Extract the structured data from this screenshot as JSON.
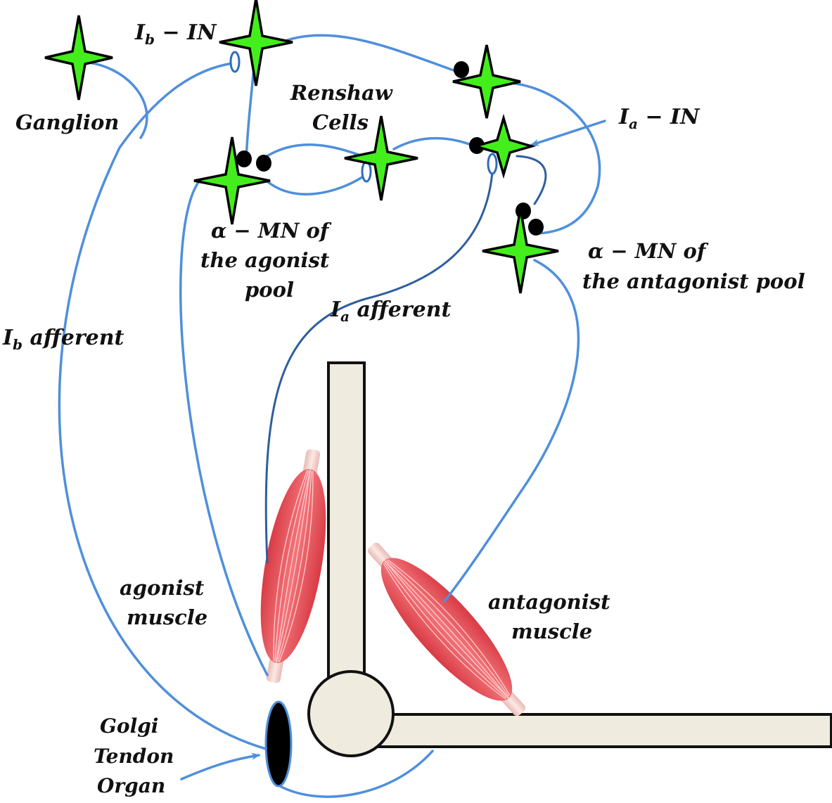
{
  "labels": {
    "ganglion": "Ganglion",
    "ib_in": "I",
    "ib_in_sub": "b",
    "ib_in_rest": " − IN",
    "renshaw_line1": "Renshaw",
    "renshaw_line2": "Cells",
    "ia_in": "I",
    "ia_in_sub": "a",
    "ia_in_rest": " − IN",
    "amn_agonist_line1": "α − MN of",
    "amn_agonist_line2": "the agonist",
    "amn_agonist_line3": "pool",
    "amn_antagonist_line1": "α − MN of",
    "amn_antagonist_line2": "the antagonist pool",
    "ia_afferent": "I",
    "ia_afferent_sub": "a",
    "ia_afferent_rest": " afferent",
    "ib_afferent": "I",
    "ib_afferent_sub": "b",
    "ib_afferent_rest": " afferent",
    "agonist_line1": "agonist",
    "agonist_line2": "muscle",
    "antagonist_line1": "antagonist",
    "antagonist_line2": "muscle",
    "gto_line1": "Golgi",
    "gto_line2": "Tendon",
    "gto_line3": "Organ"
  },
  "colors": {
    "neuron": "#44ee1c",
    "nerve": "#4f8fdc",
    "nerve_dark": "#2f5e9e",
    "muscle": "#e8545a",
    "bone": "#efecdf"
  }
}
